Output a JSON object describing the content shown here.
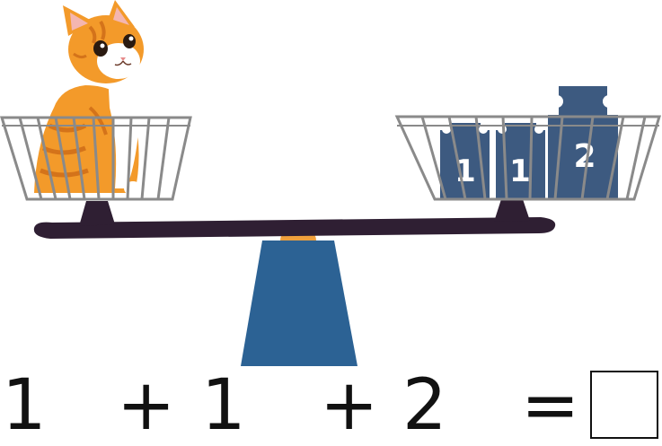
{
  "equation": {
    "term1": "1",
    "op1": "+",
    "term2": "1",
    "op2": "+",
    "term3": "2",
    "equals": "=",
    "answer": ""
  },
  "weights": [
    {
      "label": "1"
    },
    {
      "label": "1"
    },
    {
      "label": "2"
    }
  ],
  "colors": {
    "beam": "#2f1f33",
    "stand": "#2c6294",
    "pivot": "#f0a03c",
    "weight": "#3d5a80",
    "basket": "#8a8a8a",
    "cat_orange": "#f39a2a"
  },
  "icons": {
    "left_pan": "cat-icon",
    "weights": "weight-icon"
  }
}
